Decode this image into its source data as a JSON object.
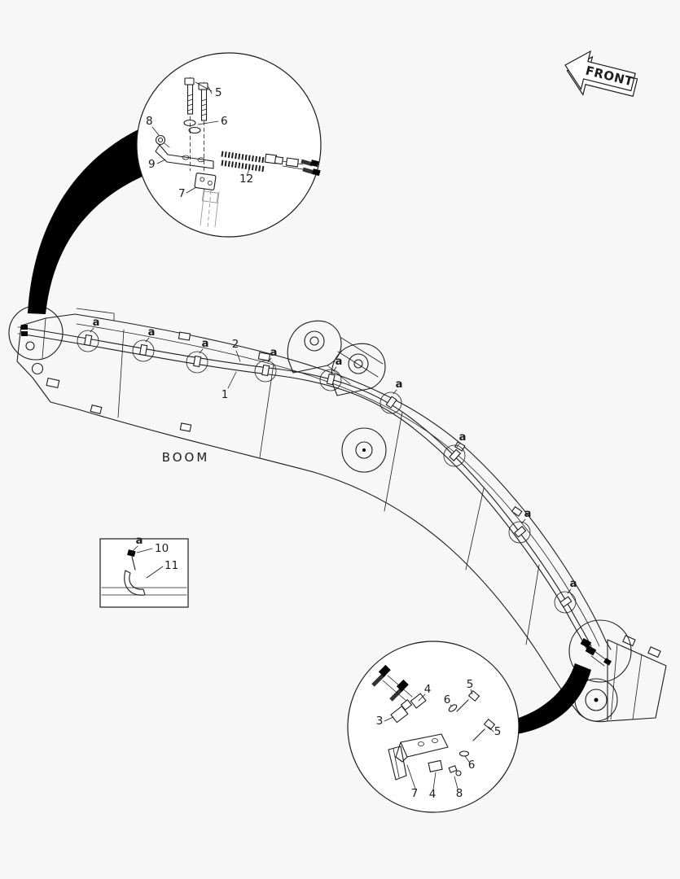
{
  "front_arrow": {
    "label": "FRONT"
  },
  "boom": {
    "label": "BOOM",
    "pipe1_label": "1",
    "pipe2_label": "2"
  },
  "clamp_markers": [
    {
      "label": "a"
    },
    {
      "label": "a"
    },
    {
      "label": "a"
    },
    {
      "label": "a"
    },
    {
      "label": "a"
    },
    {
      "label": "a"
    },
    {
      "label": "a"
    },
    {
      "label": "a"
    },
    {
      "label": "a"
    }
  ],
  "top_detail": {
    "labels": [
      {
        "part": "5"
      },
      {
        "part": "6"
      },
      {
        "part": "8"
      },
      {
        "part": "9"
      },
      {
        "part": "7"
      },
      {
        "part": "12"
      }
    ]
  },
  "side_detail": {
    "marker": "a",
    "labels": [
      {
        "part": "10"
      },
      {
        "part": "11"
      }
    ]
  },
  "bottom_detail": {
    "labels": [
      {
        "part": "4"
      },
      {
        "part": "5"
      },
      {
        "part": "6"
      },
      {
        "part": "3"
      },
      {
        "part": "5"
      },
      {
        "part": "6"
      },
      {
        "part": "7"
      },
      {
        "part": "4"
      },
      {
        "part": "8"
      }
    ]
  },
  "colors": {
    "line": "#1c1c1c",
    "ink": "#000000",
    "paper": "#f7f7f7",
    "detail_fill": "#ffffff"
  }
}
